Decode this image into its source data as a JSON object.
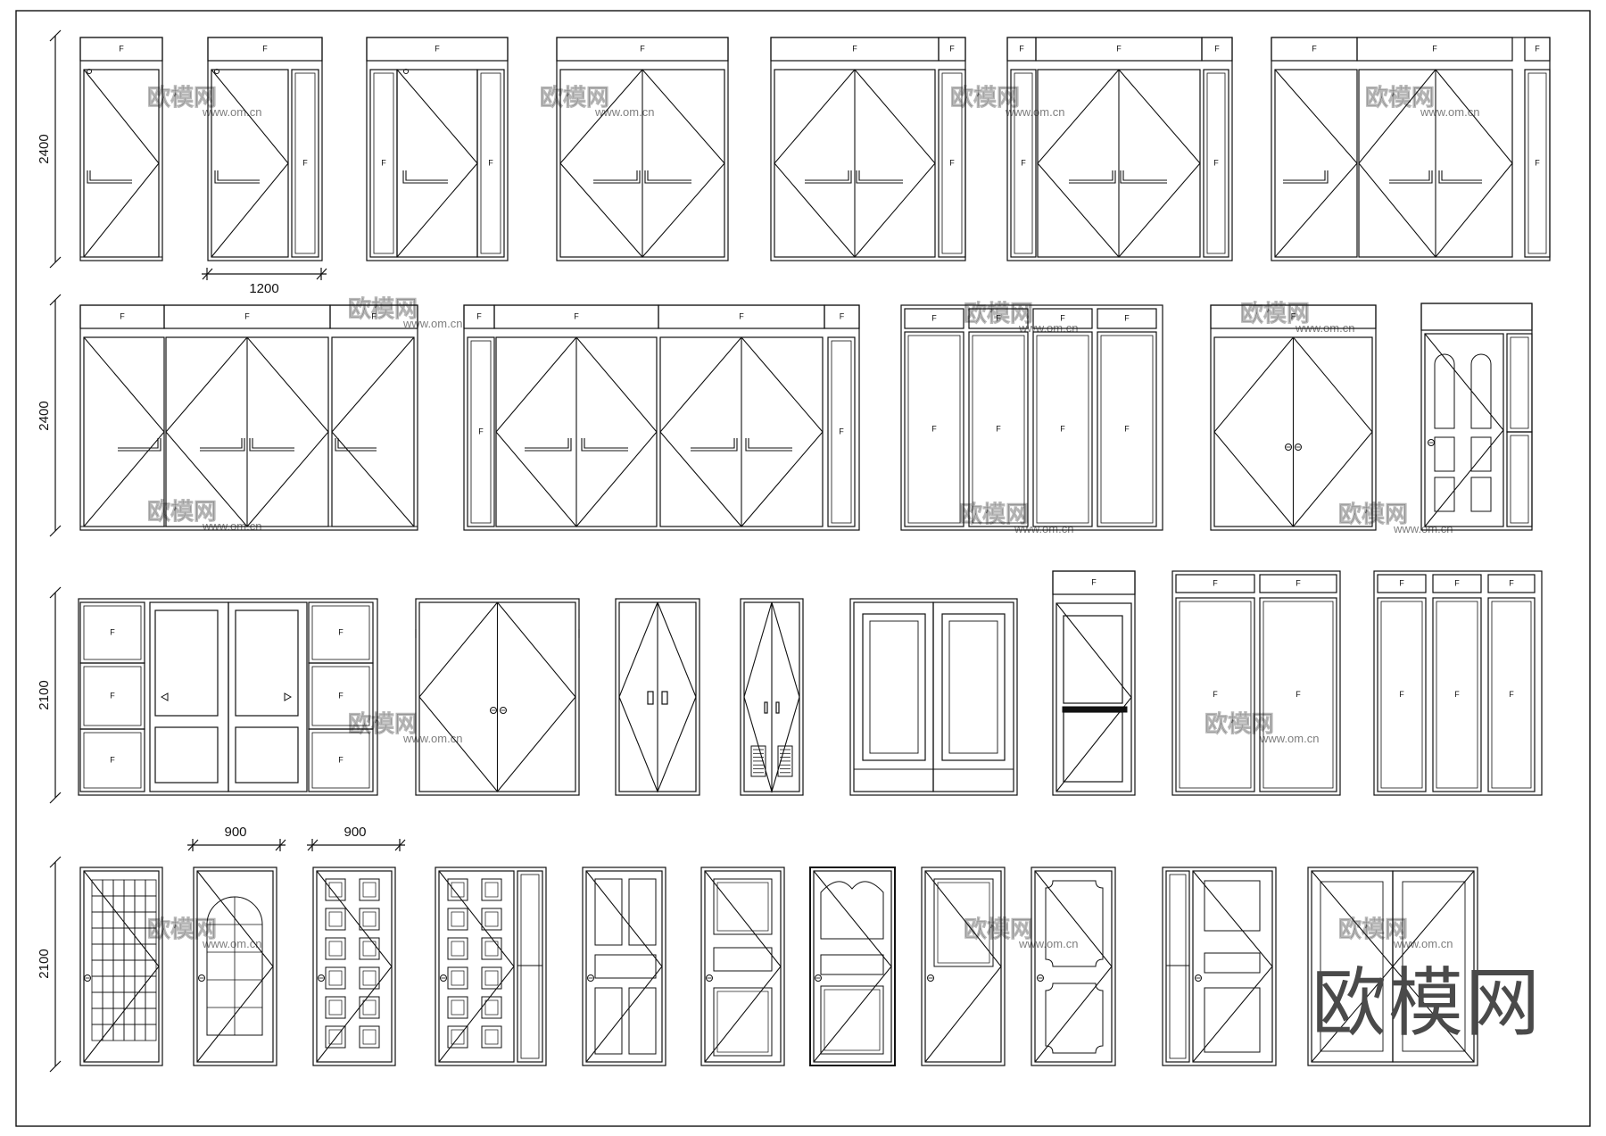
{
  "title": "",
  "dimensions": {
    "rows": [
      "2400",
      "2400",
      "2100",
      "2100"
    ],
    "widths": [
      "1200",
      "900",
      "900"
    ]
  },
  "fixed_label": "F",
  "watermark": {
    "text": "欧模网",
    "url": "www.om.cn"
  },
  "brand": "欧模网",
  "colors": {
    "line": "#111111",
    "watermark": "#9a9a9a"
  }
}
